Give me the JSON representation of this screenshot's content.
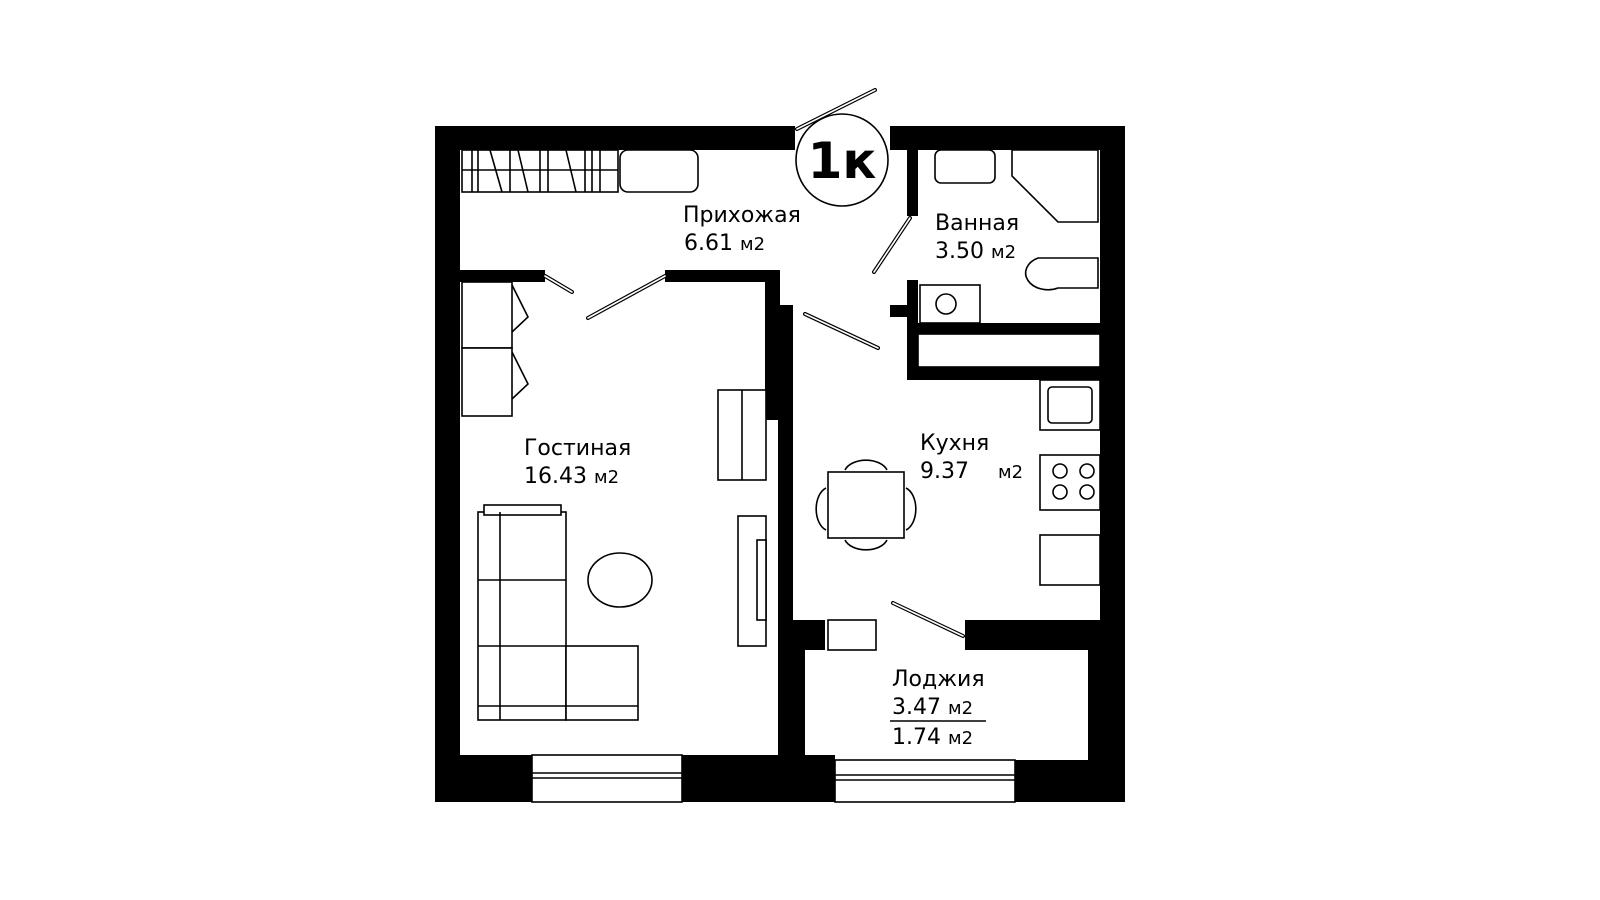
{
  "plan": {
    "badge": "1к",
    "rooms": [
      {
        "name": "Прихожая",
        "area": "6.61",
        "unit": "м2"
      },
      {
        "name": "Ванная",
        "area": "3.50",
        "unit": "м2"
      },
      {
        "name": "Гостиная",
        "area": "16.43",
        "unit": "м2"
      },
      {
        "name": "Кухня",
        "area": "9.37",
        "unit": "м2"
      },
      {
        "name": "Лоджия",
        "area": "3.47",
        "unit": "м2",
        "area_reduced": "1.74"
      }
    ],
    "colors": {
      "wall": "#000000",
      "floor": "#ffffff"
    }
  }
}
